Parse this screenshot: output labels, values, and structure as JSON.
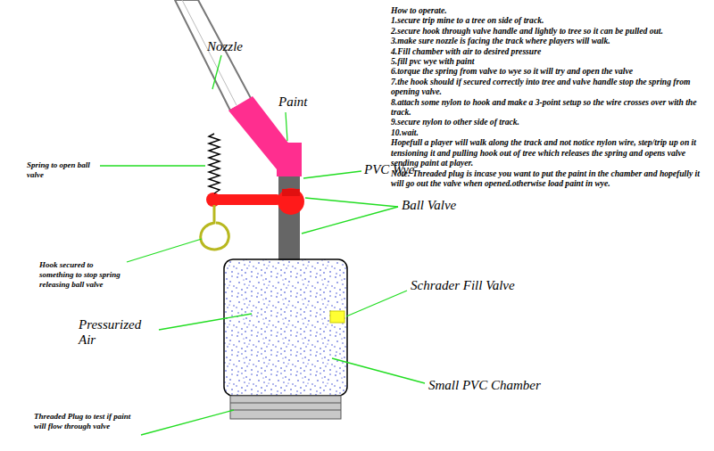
{
  "diagram": {
    "labels": [
      "Nozzle",
      "Paint",
      "PVC Wye",
      "Spring to open ball valve",
      "Ball Valve",
      "Hook secured to something to stop spring releasing ball valve",
      "Pressurized Air",
      "Schrader Fill Valve",
      "Small PVC Chamber",
      "Threaded Plug to test if paint will flow through valve",
      "How to operate.",
      "1.secure trip mine to a tree on side of track.",
      "2.secure hook through valve handle and lightly to tree so it can be pulled out.",
      "3.make sure nozzle is facing the track where players will walk.",
      "4.Fill chamber with air to desired pressure",
      "5.fill pvc wye with paint",
      "6.torque the spring from valve to wye so it will try and open the valve",
      "7.the hook should if secured correctly into tree and valve handle stop the spring from opening valve.",
      "8.attach some nylon to hook and make a 3-point setup so the wire crosses over with the track.",
      "9.secure nylon to other side of track.",
      "10.wait.",
      "Hopefull a player will walk along the track and not notice nylon wire, step/trip up on it tensioning it and pulling hook out of tree which releases the spring and opens valve sending paint at player.",
      "Note: Threaded plug is incase you want to put the paint in the chamber and hopefully it will go out the valve when opened.otherwise load paint in wye."
    ]
  }
}
